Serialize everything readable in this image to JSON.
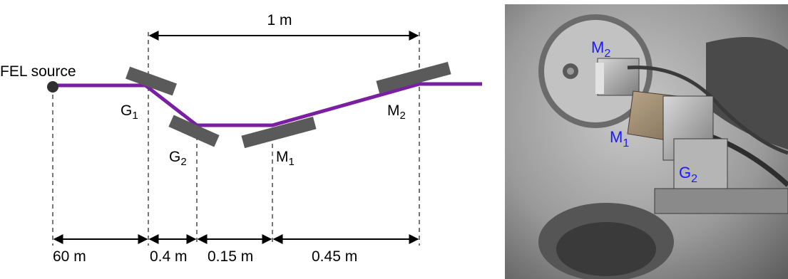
{
  "colors": {
    "beam": "#7a1fa2",
    "optic": "#5a5a5a",
    "source": "#303030",
    "photo_label": "#1a1aff"
  },
  "diagram": {
    "source_label": "FEL source",
    "total_span_label": "1 m",
    "optics": [
      {
        "base": "G",
        "sub": "1"
      },
      {
        "base": "G",
        "sub": "2"
      },
      {
        "base": "M",
        "sub": "1"
      },
      {
        "base": "M",
        "sub": "2"
      }
    ],
    "distances": [
      "60 m",
      "0.4 m",
      "0.15 m",
      "0.45 m"
    ]
  },
  "photo": {
    "labels": [
      {
        "base": "M",
        "sub": "2"
      },
      {
        "base": "M",
        "sub": "1"
      },
      {
        "base": "G",
        "sub": "2"
      }
    ]
  }
}
